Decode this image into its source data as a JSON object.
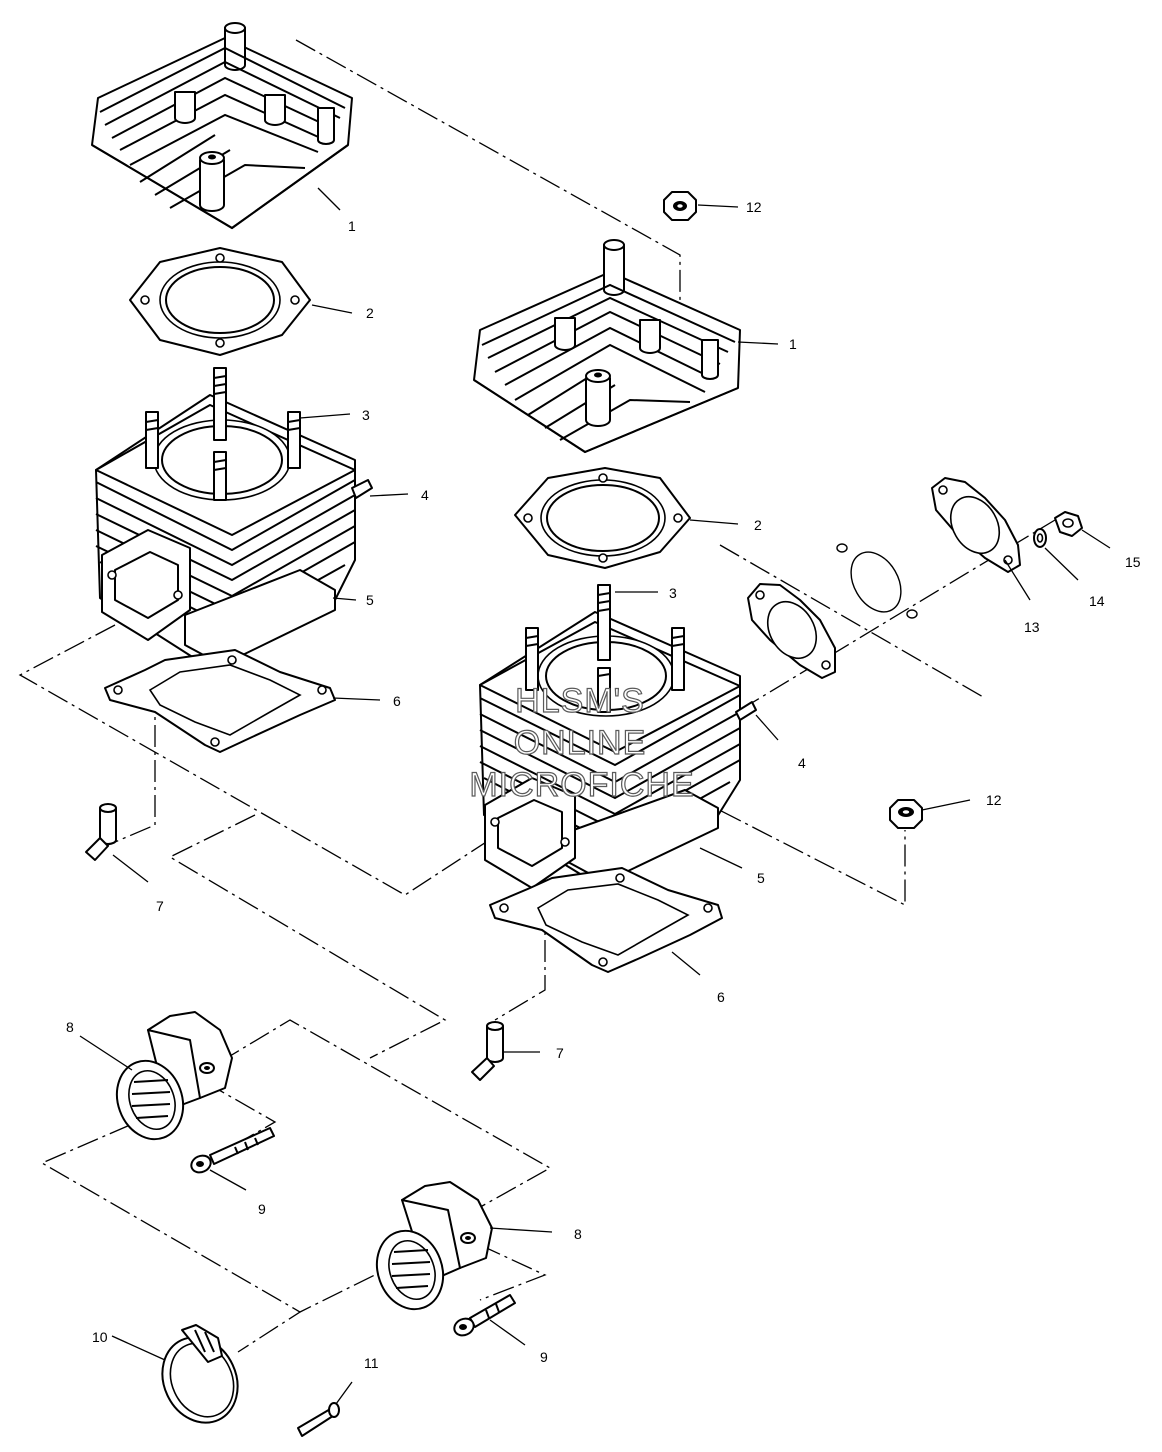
{
  "callouts": {
    "left_head": "1",
    "right_head": "1",
    "left_head_gasket": "2",
    "right_head_gasket": "2",
    "left_stud": "3",
    "right_stud": "3",
    "left_fitting": "4",
    "right_fitting": "4",
    "left_cylinder": "5",
    "right_cylinder": "5",
    "left_base_gasket": "6",
    "right_base_gasket": "6",
    "left_valve": "7",
    "right_valve": "7",
    "upper_manifold": "8",
    "lower_manifold": "8",
    "upper_screw": "9",
    "lower_screw": "9",
    "clamp": "10",
    "clamp_screw": "11",
    "top_nut": "12",
    "right_nut": "12",
    "exhaust_gasket": "13",
    "washer": "14",
    "exhaust_nut": "15"
  },
  "watermark": {
    "line1": "HLSM'S",
    "line2": "ONLINE",
    "line3": "MICROFICHE"
  }
}
